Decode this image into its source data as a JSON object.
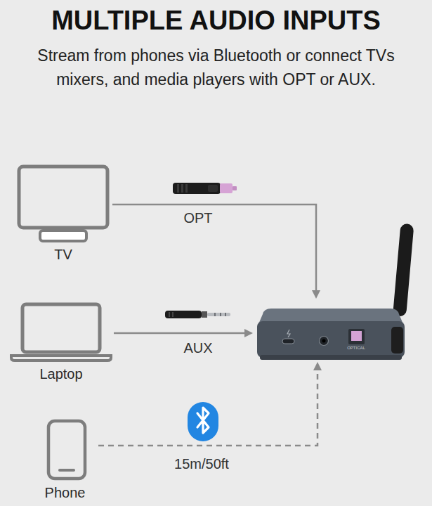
{
  "diagram": {
    "title": "MULTIPLE AUDIO INPUTS",
    "nodes": [
      {
        "text": [
          "TV"
        ]
      },
      {
        "text": [
          "Laptop"
        ]
      },
      {
        "text": [
          "Phone"
        ]
      },
      {
        "text": [
          "OPTICAL"
        ]
      }
    ],
    "edges": [
      {
        "from": 0,
        "to": 3,
        "label": "OPT",
        "arrow": "to"
      },
      {
        "from": 1,
        "to": 3,
        "label": "AUX",
        "arrow": "to"
      },
      {
        "from": 2,
        "to": 3,
        "label": "15m/50ft",
        "arrow": "to"
      }
    ],
    "labels": [
      "Stream from phones via Bluetooth or connect TVs mixers, and media players with OPT or AUX."
    ]
  }
}
